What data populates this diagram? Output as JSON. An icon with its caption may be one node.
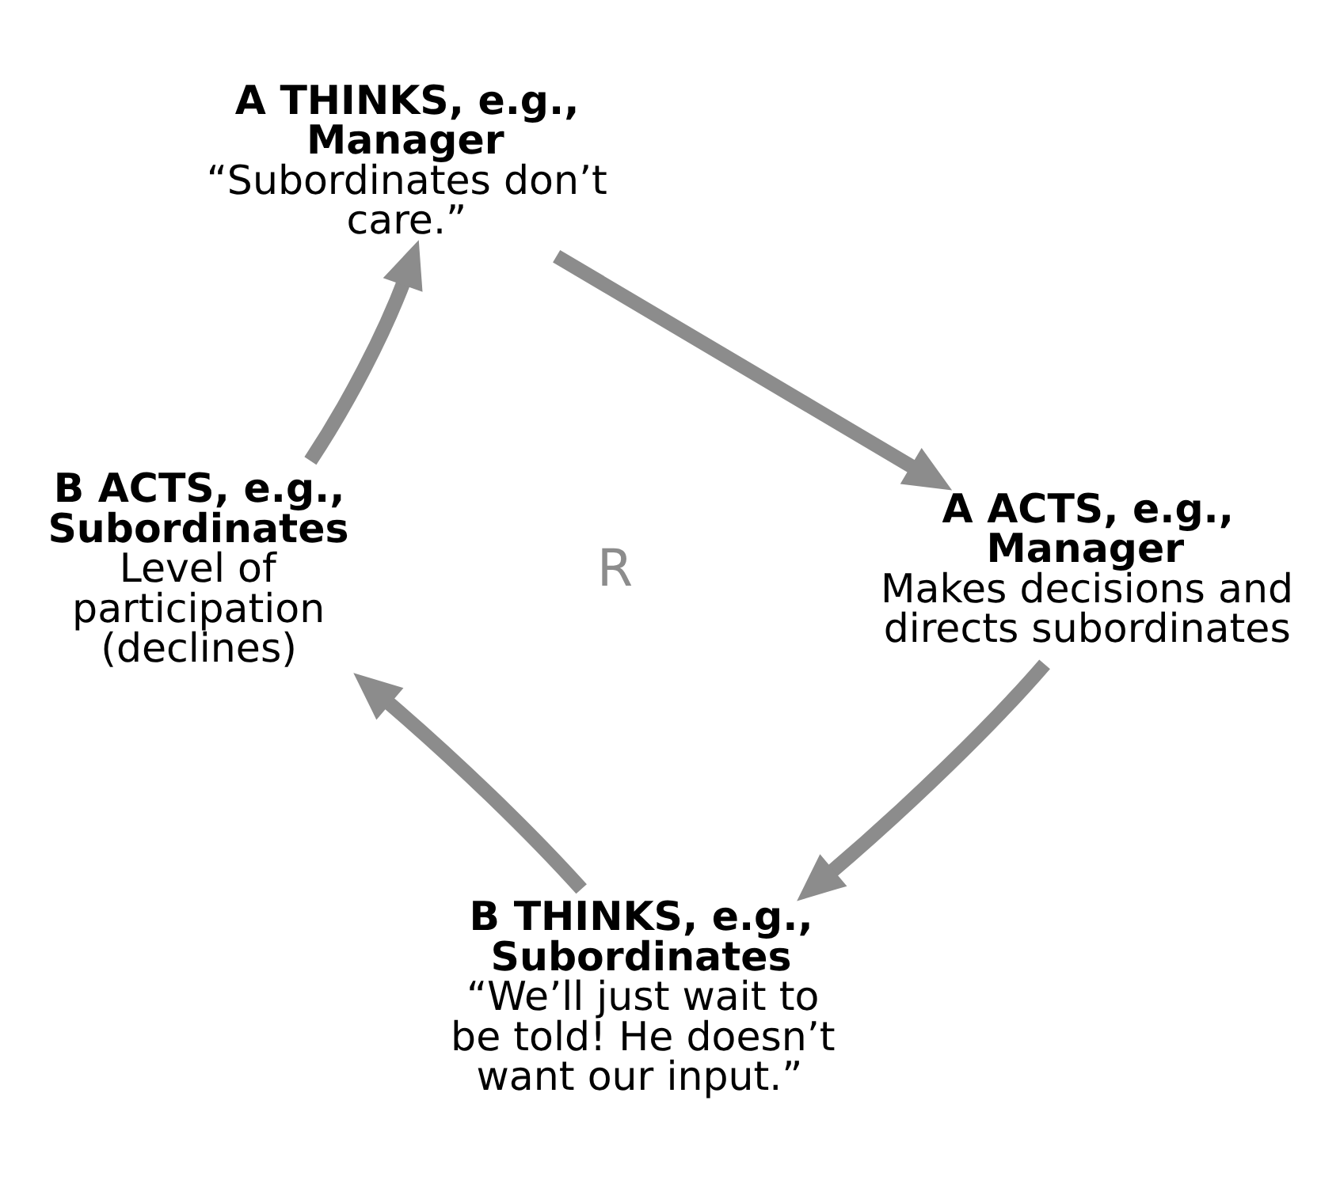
{
  "diagram": {
    "nodes": [
      {
        "text": [
          "A THINKS, e.g., Manager",
          "“Subordinates don’t care.”"
        ]
      },
      {
        "text": [
          "A ACTS, e.g., Manager",
          "Makes decisions and directs subordinates"
        ]
      },
      {
        "text": [
          "B THINKS, e.g., Subordinates",
          "“We’ll just wait to be told! He doesn’t want our input.”"
        ]
      },
      {
        "text": [
          "B ACTS, e.g., Subordinates",
          "Level of participation (declines)"
        ]
      }
    ],
    "edges": [
      {
        "from": 0,
        "to": 1,
        "arrow": "to"
      },
      {
        "from": 1,
        "to": 2,
        "arrow": "to"
      },
      {
        "from": 2,
        "to": 3,
        "arrow": "to"
      },
      {
        "from": 3,
        "to": 0,
        "arrow": "to"
      }
    ],
    "labels": [
      "R"
    ]
  }
}
